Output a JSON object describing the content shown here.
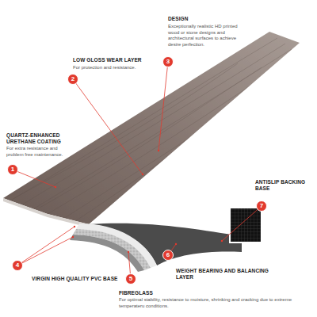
{
  "diagram": {
    "nodes": [
      {
        "text": [
          "1"
        ]
      },
      {
        "text": [
          "2"
        ]
      },
      {
        "text": [
          "3"
        ]
      },
      {
        "text": [
          "4"
        ]
      },
      {
        "text": [
          "5"
        ]
      },
      {
        "text": [
          "6"
        ]
      },
      {
        "text": [
          "7"
        ]
      }
    ],
    "labels": [
      "DESIGN",
      "Exceptionally realistic HD printed wood or stone designs and architectural surfaces to achieve desire perfection.",
      "LOW GLOSS WEAR LAYER",
      "For protection and resistance.",
      "QUARTZ-ENHANCED URETHANE COATING",
      "For extra resistance and problem free maintenance.",
      "ANTISLIP BACKING BASE",
      "VIRGIN HIGH QUALITY PVC BASE",
      "FIBREGLASS",
      "For optimal stability, resistance to moisture, shrinking and cracking due to extreme temperateru conditions.",
      "WEIGHT BEARING AND BALANCING LAYER"
    ]
  }
}
